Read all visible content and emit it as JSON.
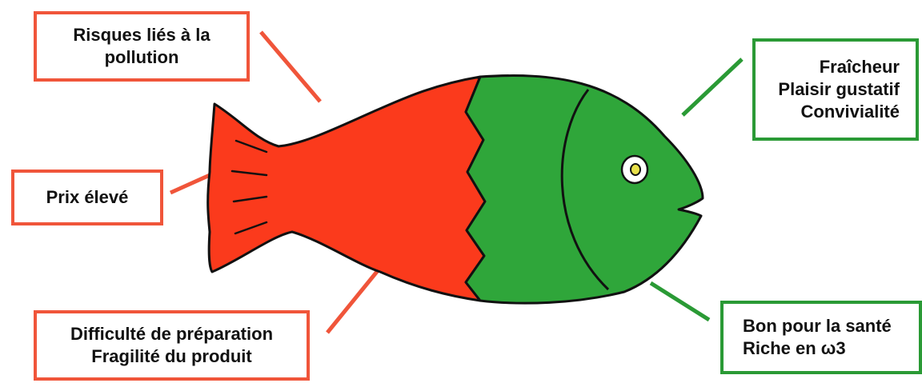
{
  "colors": {
    "negative": "#f0553a",
    "positive": "#2a9a35",
    "fish_red": "#fb3a1c",
    "fish_green": "#2fa63a",
    "outline": "#111111",
    "eye_iris": "#e8e04a"
  },
  "labels": {
    "pollution": {
      "lines": [
        "Risques liés à la",
        "pollution"
      ]
    },
    "price": {
      "lines": [
        "Prix élevé"
      ]
    },
    "preparation": {
      "lines": [
        "Difficulté de préparation",
        "Fragilité du produit"
      ]
    },
    "pleasure": {
      "lines": [
        "Fraîcheur",
        "Plaisir gustatif",
        "Convivialité"
      ]
    },
    "health": {
      "lines": [
        "Bon pour la santé",
        "Riche en ω3"
      ]
    }
  }
}
